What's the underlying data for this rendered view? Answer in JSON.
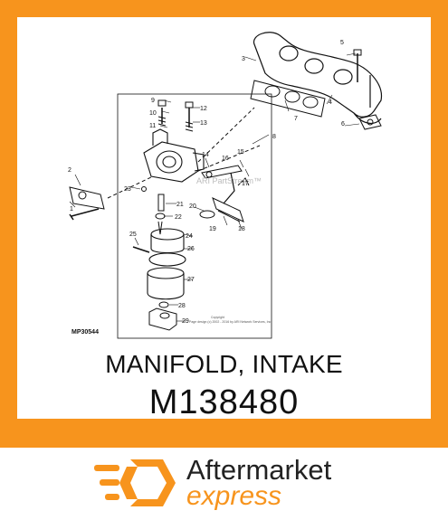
{
  "product": {
    "title": "MANIFOLD, INTAKE",
    "part_number": "M138480"
  },
  "diagram": {
    "figure_code": "MP30544",
    "watermark": "ARI PartStream™",
    "copyright_line1": "Copyright",
    "copyright_line2": "Page design (c) 2002 - 2016 by ARI Network Services, Inc.",
    "callouts": [
      "1",
      "2",
      "3",
      "4",
      "5",
      "6",
      "7",
      "8",
      "9",
      "10",
      "11",
      "12",
      "13",
      "14",
      "15",
      "16",
      "17",
      "18",
      "19",
      "20",
      "21",
      "22",
      "23",
      "24",
      "25",
      "26",
      "27",
      "28",
      "29"
    ]
  },
  "brand": {
    "name": "Aftermarket",
    "tagline": "express",
    "accent_color": "#f7941d",
    "logo_icon": "hexagon-arrow-icon"
  }
}
